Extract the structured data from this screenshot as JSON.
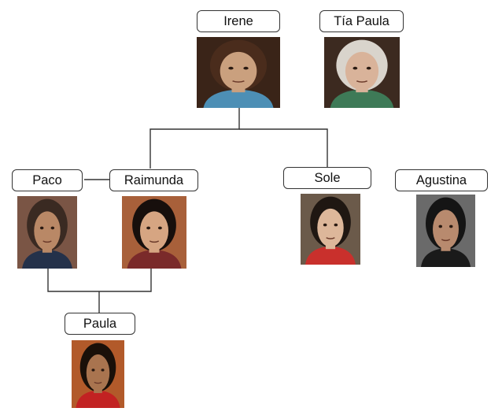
{
  "people": [
    {
      "id": "irene",
      "name": "Irene",
      "bg": "#3a2418",
      "skin": "#caa07e",
      "hair": "#4a2c1c",
      "shirt": "#4d8fb5"
    },
    {
      "id": "tia-paula",
      "name": "Tía Paula",
      "bg": "#3c2a20",
      "skin": "#d9b39a",
      "hair": "#d9d4cc",
      "shirt": "#3e7a57"
    },
    {
      "id": "paco",
      "name": "Paco",
      "bg": "#7a5545",
      "skin": "#b98866",
      "hair": "#3a2a22",
      "shirt": "#24314a"
    },
    {
      "id": "raimunda",
      "name": "Raimunda",
      "bg": "#a8603a",
      "skin": "#d6a582",
      "hair": "#170f0c",
      "shirt": "#7a2a2a"
    },
    {
      "id": "sole",
      "name": "Sole",
      "bg": "#6b5a4a",
      "skin": "#ddb79a",
      "hair": "#1f1712",
      "shirt": "#c9302c"
    },
    {
      "id": "agustina",
      "name": "Agustina",
      "bg": "#6a6a6a",
      "skin": "#b88a6e",
      "hair": "#151515",
      "shirt": "#1a1a1a"
    },
    {
      "id": "paula",
      "name": "Paula",
      "bg": "#b25a2a",
      "skin": "#a9744f",
      "hair": "#1a1009",
      "shirt": "#c22222"
    }
  ],
  "line_color": "#333333"
}
